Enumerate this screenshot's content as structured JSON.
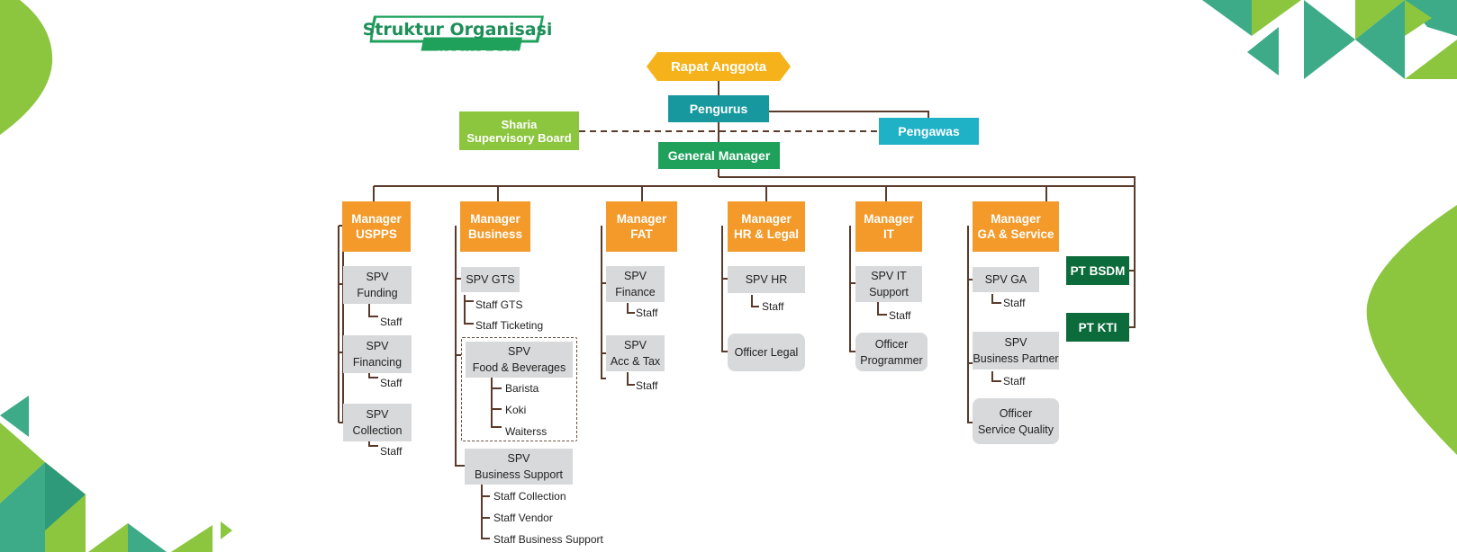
{
  "header": {
    "title": "Struktur Organisasi",
    "subtitle": "KOPKAR BSM"
  },
  "colors": {
    "green_primary": "#1fa15c",
    "orange": "#f39a2a",
    "teal": "#16989e",
    "cyan": "#1fb1c6",
    "lime": "#8cc63f",
    "dark_green": "#0b6b3a",
    "connector": "#5a3a2a"
  },
  "top": {
    "rapat_anggota": "Rapat Anggota",
    "pengurus": "Pengurus",
    "pengawas": "Pengawas",
    "sharia": [
      "Sharia",
      "Supervisory Board"
    ],
    "general_manager": "General Manager"
  },
  "subsidiaries": [
    "PT BSDM",
    "PT KTI"
  ],
  "managers": {
    "usspps": {
      "title": [
        "Manager",
        "USPPS"
      ],
      "units": [
        {
          "name": [
            "SPV",
            "Funding"
          ],
          "staff": [
            "Staff"
          ]
        },
        {
          "name": [
            "SPV",
            "Financing"
          ],
          "staff": [
            "Staff"
          ]
        },
        {
          "name": [
            "SPV",
            "Collection"
          ],
          "staff": [
            "Staff"
          ]
        }
      ]
    },
    "business": {
      "title": [
        "Manager",
        "Business"
      ],
      "spv_gts": "SPV GTS",
      "gts_staff": [
        "Staff GTS",
        "Staff Ticketing"
      ],
      "spv_fnb": [
        "SPV",
        "Food & Beverages"
      ],
      "fnb_staff": [
        "Barista",
        "Koki",
        "Waiterss"
      ],
      "spv_support": [
        "SPV",
        "Business Support"
      ],
      "support_staff": [
        "Staff Collection",
        "Staff Vendor",
        "Staff Business Support"
      ]
    },
    "fat": {
      "title": [
        "Manager",
        "FAT"
      ],
      "units": [
        {
          "name": [
            "SPV",
            "Finance"
          ],
          "staff": [
            "Staff"
          ]
        },
        {
          "name": [
            "SPV",
            "Acc & Tax"
          ],
          "staff": [
            "Staff"
          ]
        }
      ]
    },
    "hr_legal": {
      "title": [
        "Manager",
        "HR & Legal"
      ],
      "spv_hr": "SPV HR",
      "hr_staff": [
        "Staff"
      ],
      "officer_legal": "Officer Legal"
    },
    "it": {
      "title": [
        "Manager",
        "IT"
      ],
      "spv_support": [
        "SPV IT",
        "Support"
      ],
      "support_staff": [
        "Staff"
      ],
      "officer_programmer": [
        "Officer",
        "Programmer"
      ]
    },
    "ga": {
      "title": [
        "Manager",
        "GA & Service"
      ],
      "spv_ga": "SPV GA",
      "ga_staff": [
        "Staff"
      ],
      "spv_partner": [
        "SPV",
        "Business Partner"
      ],
      "partner_staff": [
        "Staff"
      ],
      "officer_quality": [
        "Officer",
        "Service Quality"
      ]
    }
  }
}
